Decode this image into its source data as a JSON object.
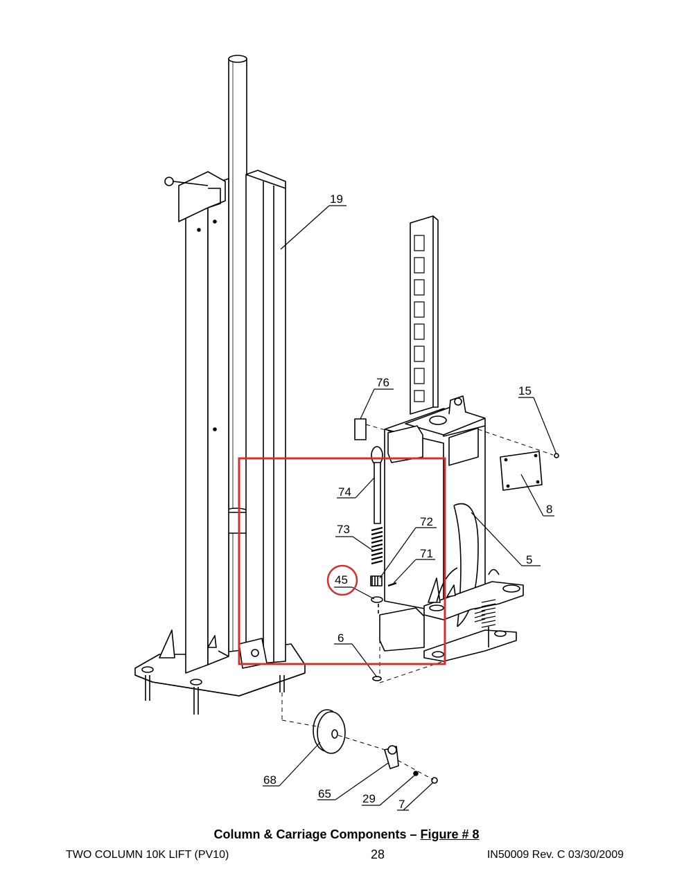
{
  "figure": {
    "caption_text": "Column & Carriage Components – ",
    "caption_figure": "Figure # 8",
    "callouts": {
      "c19": "19",
      "c76": "76",
      "c15": "15",
      "c74": "74",
      "c8": "8",
      "c73": "73",
      "c72": "72",
      "c71": "71",
      "c5": "5",
      "c45": "45",
      "c6": "6",
      "c68": "68",
      "c65": "65",
      "c29": "29",
      "c7": "7"
    },
    "highlight_colors": {
      "box": "#d32f2f",
      "circle": "#d32f2f"
    }
  },
  "footer": {
    "left": "TWO COLUMN 10K LIFT (PV10)",
    "page": "28",
    "right": "IN50009 Rev. C 03/30/2009"
  }
}
